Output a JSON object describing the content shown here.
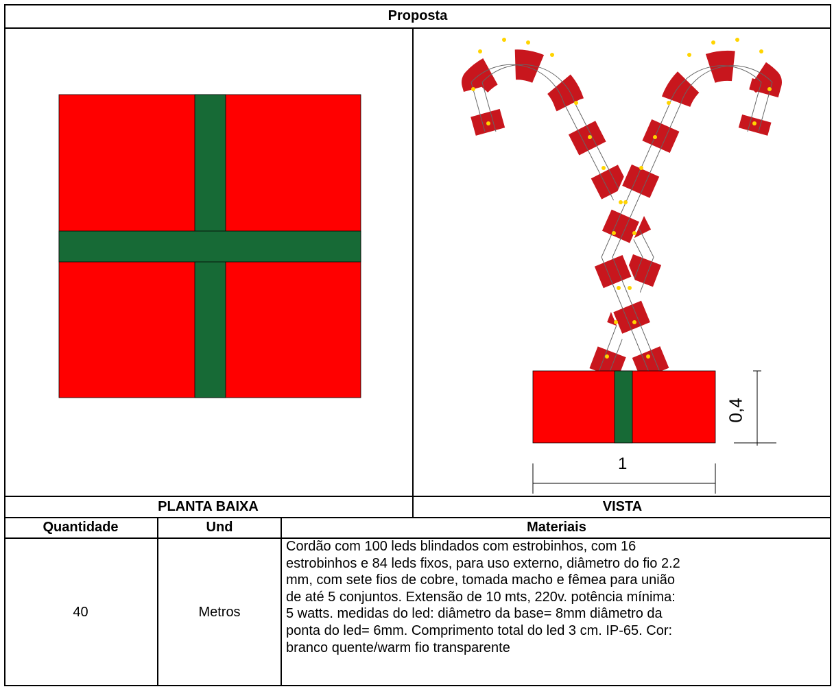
{
  "header": {
    "title": "Proposta"
  },
  "section_labels": {
    "left": "PLANTA BAIXA",
    "right": "VISTA"
  },
  "table": {
    "headers": {
      "quantity": "Quantidade",
      "unit": "Und",
      "materials": "Materiais"
    },
    "row": {
      "quantity": "40",
      "unit": "Metros",
      "materials": [
        "Cordão com 100 leds blindados com estrobinhos, com 16",
        "estrobinhos e 84 leds fixos, para uso externo, diâmetro do fio 2.2",
        "mm, com sete fios de cobre, tomada macho e fêmea para união",
        "de até 5 conjuntos. Extensão de 10 mts, 220v. potência mínima:",
        "5 watts. medidas do led: diâmetro da base= 8mm diâmetro da",
        "ponta do led= 6mm. Comprimento total do led 3 cm. IP-65. Cor:",
        "branco quente/warm fio transparente"
      ]
    }
  },
  "drawing": {
    "dimension_width": "1",
    "dimension_height": "0,4",
    "colors": {
      "box_red": "#ff0000",
      "ribbon_green": "#176a36",
      "cane_red": "#c8161d",
      "led_yellow": "#ffd400"
    }
  }
}
